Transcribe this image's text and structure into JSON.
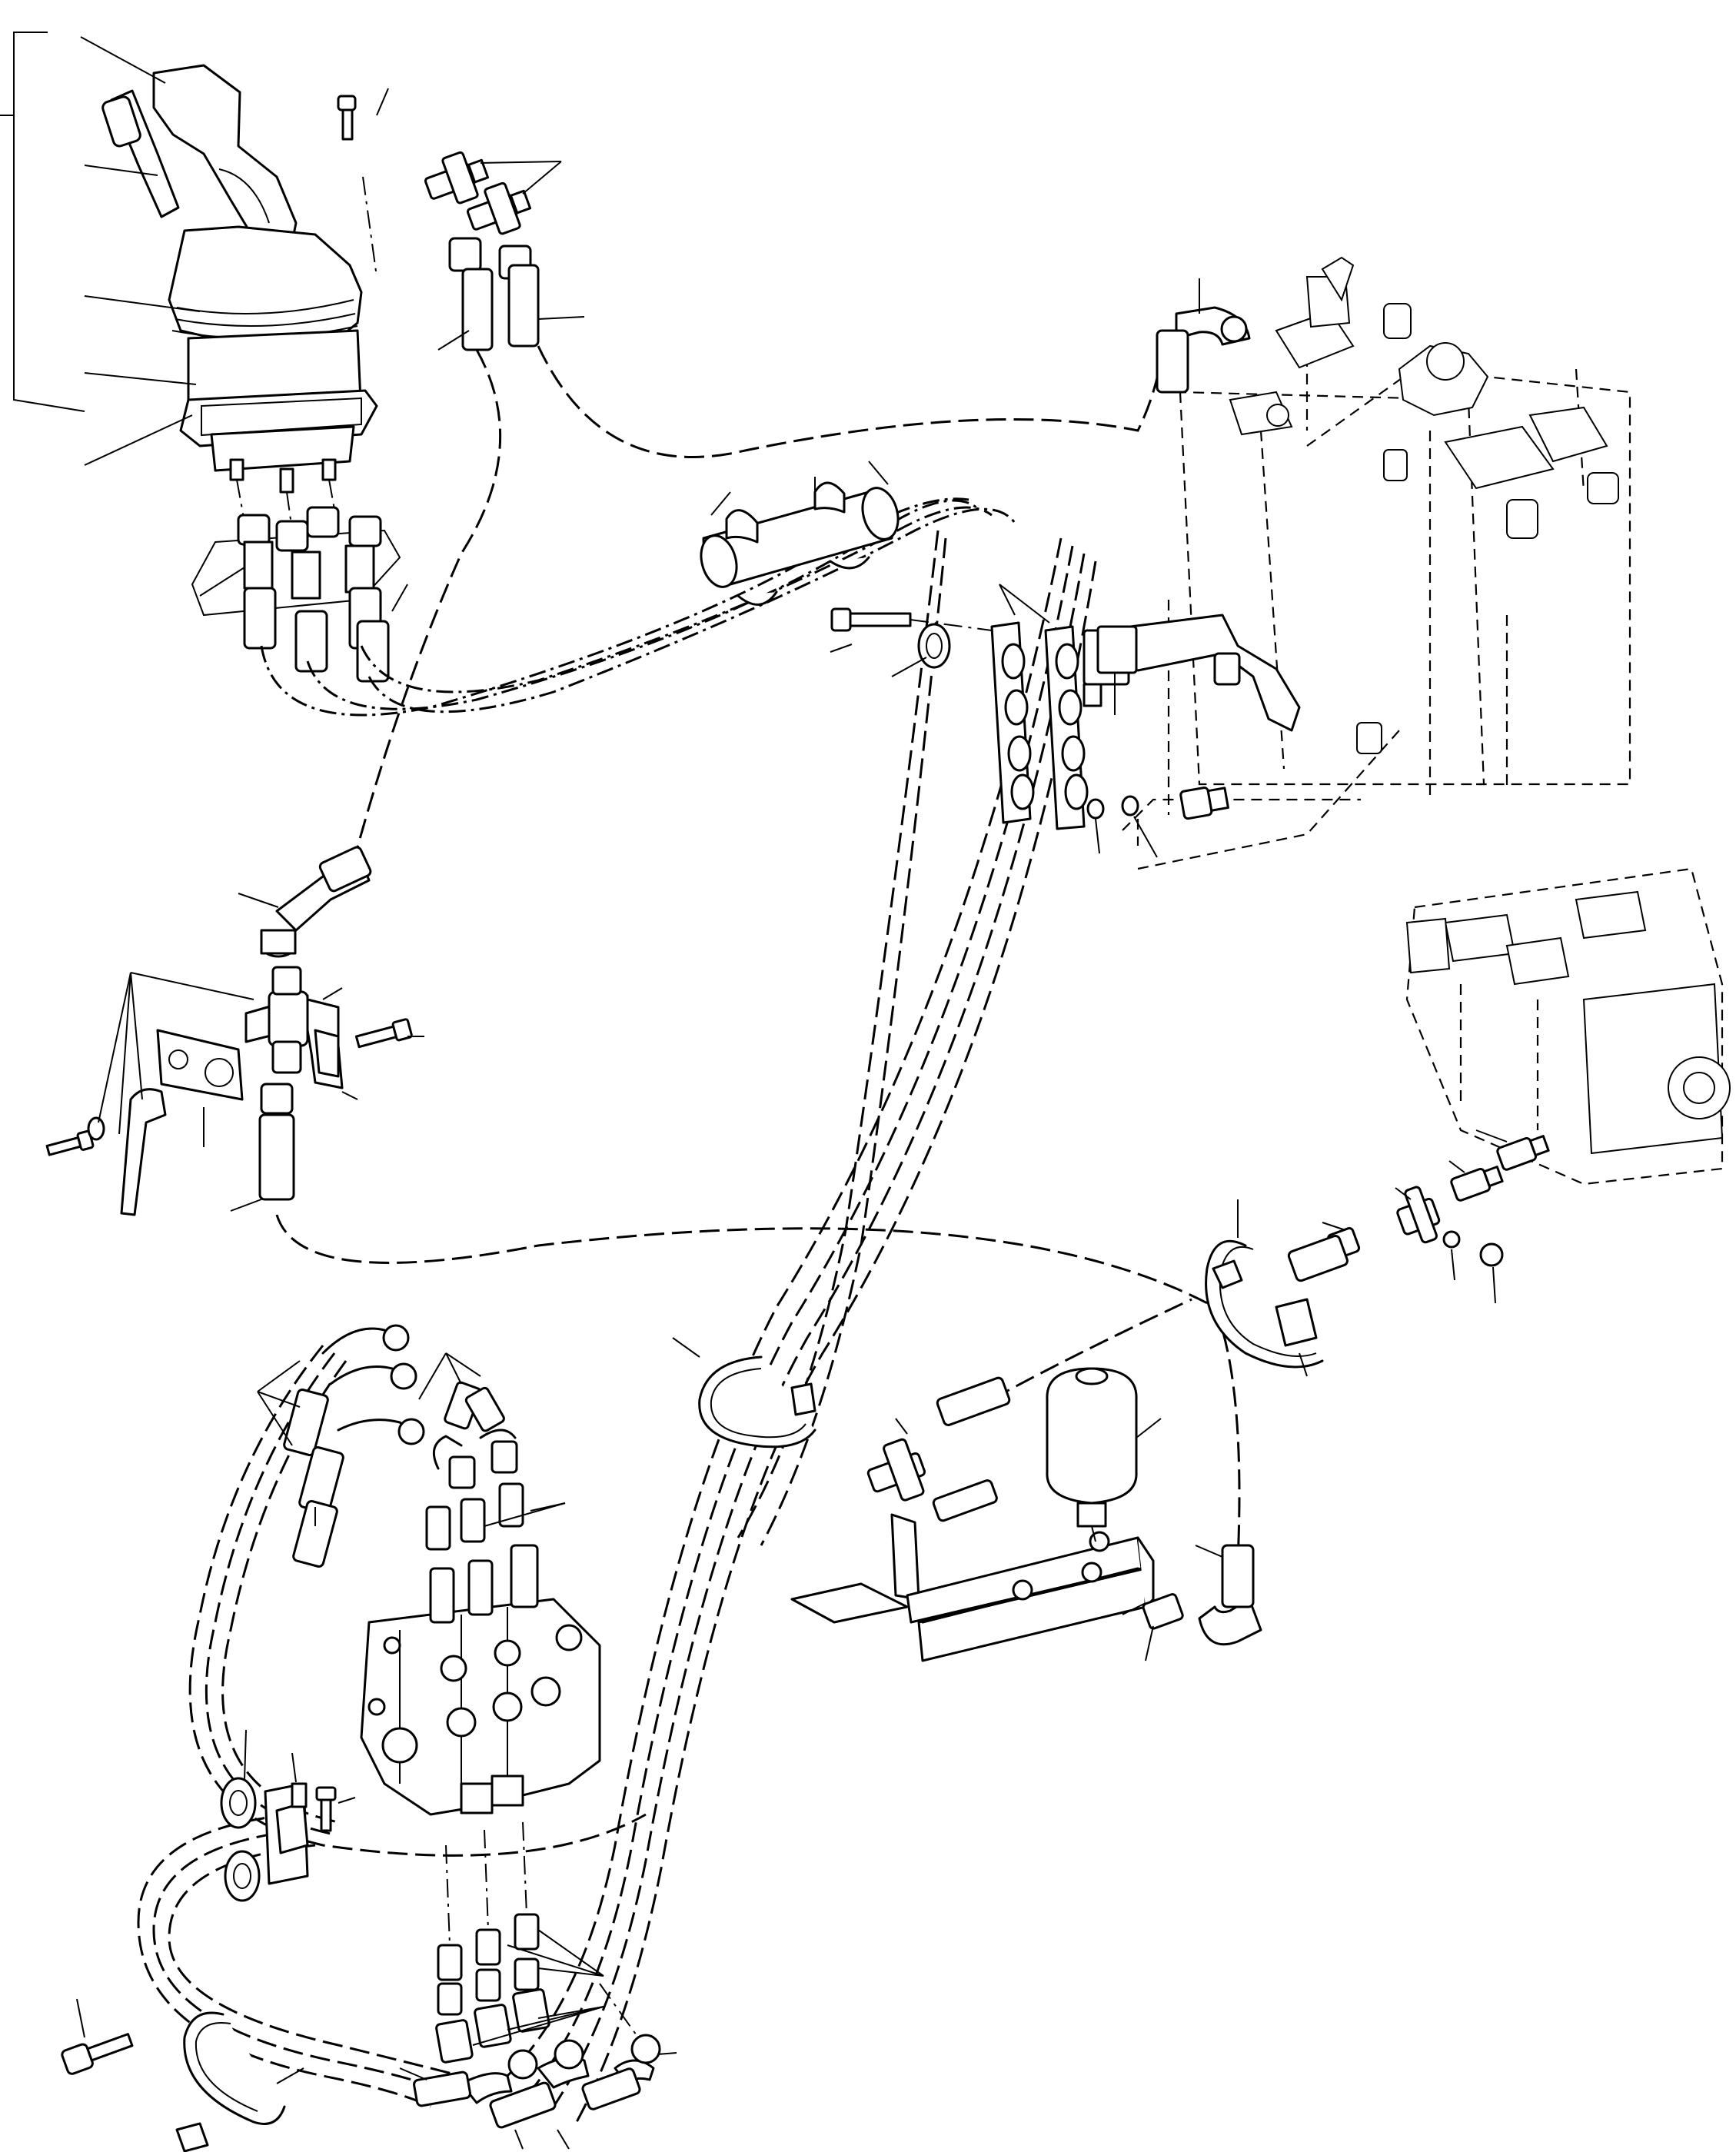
{
  "diagram": {
    "style": "exploded parts view, black line art on white",
    "callout_labels": [],
    "groups": [
      {
        "id": "joystick-control",
        "callouts": 7
      },
      {
        "id": "upper-tee-fittings",
        "callouts": 2
      },
      {
        "id": "hose-clamp-block",
        "callouts": 6
      },
      {
        "id": "tee-valve-bracket",
        "callouts": 9
      },
      {
        "id": "control-valve-fittings",
        "callouts": 12
      },
      {
        "id": "accumulator-bracket",
        "callouts": 6
      },
      {
        "id": "pump-fittings",
        "callouts": 7
      },
      {
        "id": "tank-hose",
        "callouts": 1
      }
    ]
  }
}
